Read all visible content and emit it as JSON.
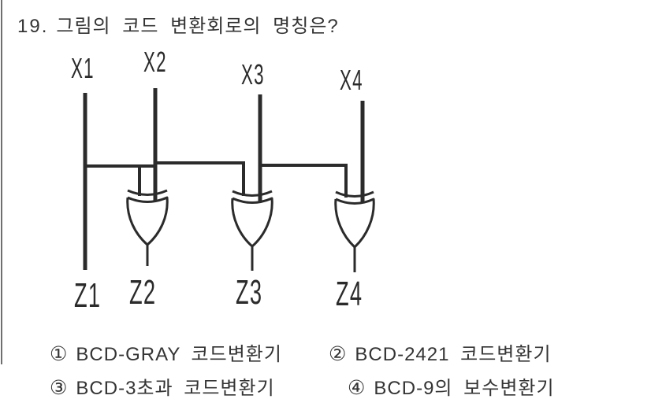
{
  "question": {
    "number": "19.",
    "text": "그림의 코드 변환회로의 명칭은?"
  },
  "circuit": {
    "type": "logic-diagram",
    "description": "binary-to-gray code converter built from three 2-input XOR gates",
    "inputs": [
      "X1",
      "X2",
      "X3",
      "X4"
    ],
    "outputs": [
      "Z1",
      "Z2",
      "Z3",
      "Z4"
    ],
    "gates": [
      {
        "name": "xor-gate-1",
        "inputs": [
          "X1",
          "X2"
        ],
        "output": "Z2"
      },
      {
        "name": "xor-gate-2",
        "inputs": [
          "X2",
          "X3"
        ],
        "output": "Z3"
      },
      {
        "name": "xor-gate-3",
        "inputs": [
          "X3",
          "X4"
        ],
        "output": "Z4"
      }
    ],
    "passthrough": {
      "input": "X1",
      "output": "Z1"
    }
  },
  "options": [
    {
      "marker": "①",
      "label": "BCD-GRAY 코드변환기"
    },
    {
      "marker": "②",
      "label": "BCD-2421 코드변환기"
    },
    {
      "marker": "③",
      "label": "BCD-3초과 코드변환기"
    },
    {
      "marker": "④",
      "label": "BCD-9의 보수변환기"
    }
  ],
  "colors": {
    "ink": "#2b2b2b",
    "background": "#ffffff",
    "border_line": "#6f6f6f"
  }
}
